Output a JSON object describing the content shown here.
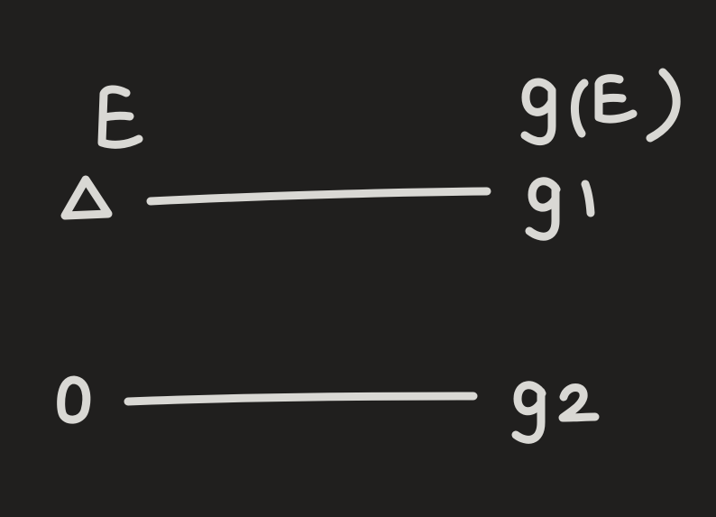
{
  "diagram": {
    "axis_label": "E",
    "degeneracy_header": "g(E)",
    "levels": [
      {
        "energy": "Δ",
        "degeneracy": "g1"
      },
      {
        "energy": "0",
        "degeneracy": "g2"
      }
    ],
    "ink_color": "#d9d8d4",
    "background_color": "#201f1e"
  }
}
